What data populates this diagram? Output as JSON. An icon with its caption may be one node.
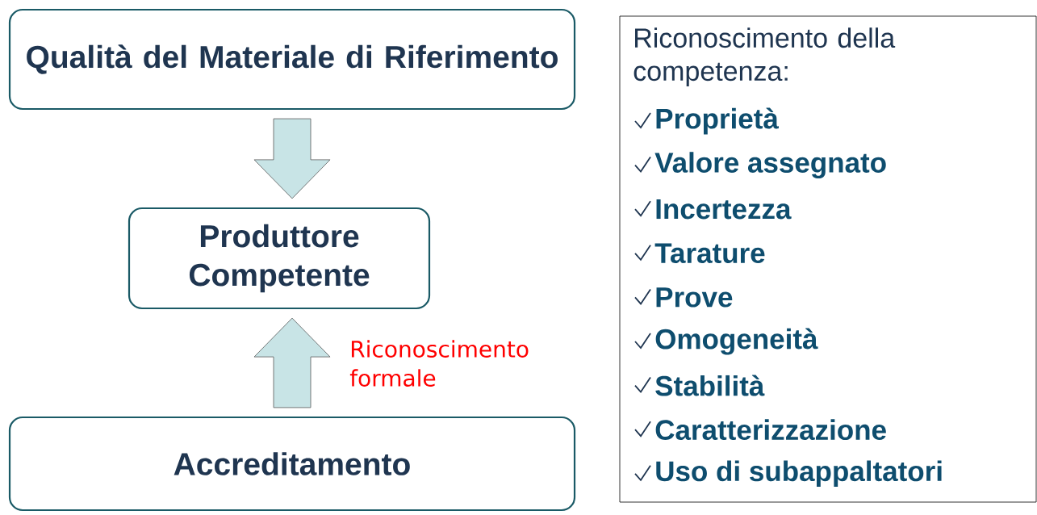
{
  "diagram": {
    "nodes": [
      {
        "text": [
          "Qualità del Materiale di Riferimento"
        ]
      },
      {
        "text": [
          "Produttore Competente"
        ]
      },
      {
        "text": [
          "Accreditamento"
        ]
      },
      {
        "text": [
          "Riconoscimento della competenza:",
          "Proprietà",
          "Valore assegnato",
          "Incertezza",
          "Tarature",
          "Prove",
          "Omogeneità",
          "Stabilità",
          "Caratterizzazione",
          "Uso di subappaltatori"
        ]
      }
    ],
    "edges": [
      {
        "from": 0,
        "to": 1,
        "arrow": "to"
      },
      {
        "from": 2,
        "to": 1,
        "arrow": "to",
        "label": "Riconoscimento formale"
      }
    ]
  }
}
